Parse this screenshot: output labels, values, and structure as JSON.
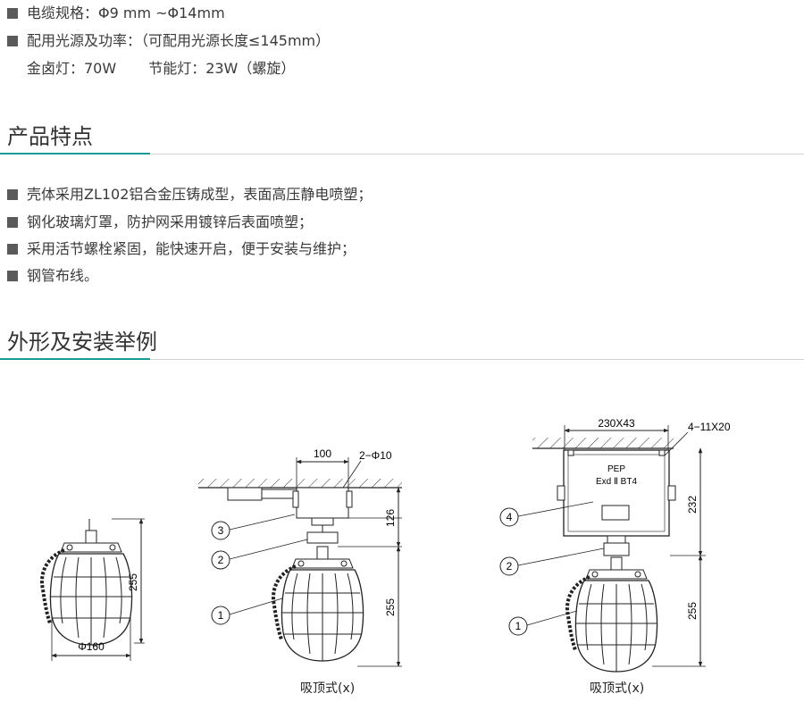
{
  "specs": {
    "cable": "电缆规格：Φ9 mm ~Φ14mm",
    "power": "配用光源及功率：（可配用光源长度≤145mm）",
    "metal_halide": "金卤灯：70W",
    "energy_saving": "节能灯：23W（螺旋）"
  },
  "features": {
    "title": "产品特点",
    "items": [
      "壳体采用ZL102铝合金压铸成型，表面高压静电喷塑；",
      "钢化玻璃灯罩，防护网采用镀锌后表面喷塑；",
      "采用活节螺栓紧固，能快速开启，便于安装与维护；",
      "钢管布线。"
    ]
  },
  "installation": {
    "title": "外形及安装举例",
    "fig1": {
      "height": "255",
      "diameter": "Φ160"
    },
    "fig2": {
      "width": "100",
      "holes": "2−Φ10",
      "h_upper": "126",
      "h_lower": "255",
      "callout_1": "1",
      "callout_2": "2",
      "callout_3": "3",
      "caption": "吸顶式(x)"
    },
    "fig3": {
      "width": "230X43",
      "holes": "4−11X20",
      "box_label_1": "PEP",
      "box_label_2": "Exd Ⅱ BT4",
      "h_upper": "232",
      "h_lower": "255",
      "callout_1": "1",
      "callout_2": "2",
      "callout_4": "4",
      "caption": "吸顶式(x)"
    }
  },
  "colors": {
    "accent": "#1a9b96",
    "bullet": "#5a5a5a"
  }
}
